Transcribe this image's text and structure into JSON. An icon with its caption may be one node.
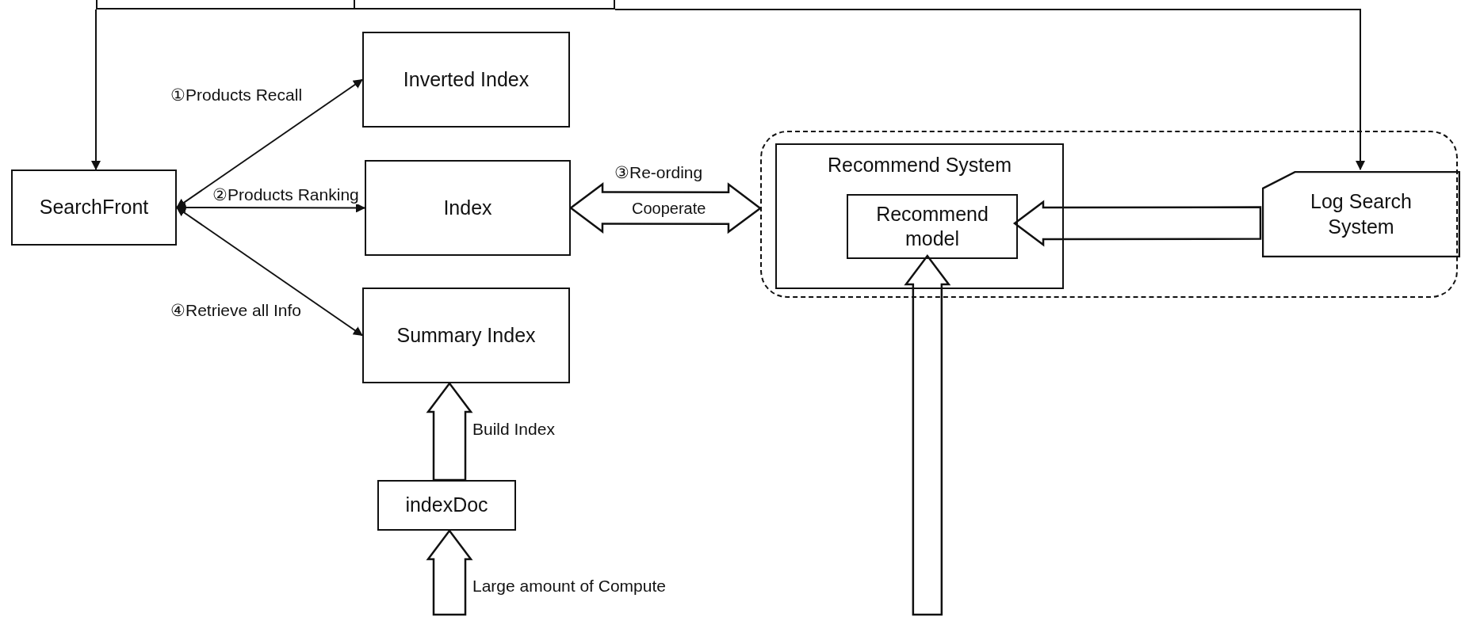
{
  "diagram": {
    "nodes": [
      {
        "text": [],
        "shape": "box"
      },
      {
        "text": [],
        "shape": "box"
      },
      {
        "text": [
          "SearchFront"
        ]
      },
      {
        "text": [
          "Inverted Index"
        ]
      },
      {
        "text": [
          "Index"
        ]
      },
      {
        "text": [
          "Summary Index"
        ]
      },
      {
        "text": [
          "indexDoc"
        ]
      },
      {
        "text": [],
        "shape": "box"
      },
      {
        "text": [
          "Recommend System"
        ],
        "in": 7
      },
      {
        "text": [
          "Recommend model"
        ],
        "in": 8
      },
      {
        "text": [
          "Log Search System"
        ],
        "in": 7
      }
    ],
    "edges": [
      {
        "from": 0,
        "to": 2,
        "arrow": "to"
      },
      {
        "from": 1,
        "to": 10,
        "arrow": "to"
      },
      {
        "from": 2,
        "to": 3,
        "arrow": "both",
        "label": "①Products Recall"
      },
      {
        "from": 2,
        "to": 4,
        "arrow": "both",
        "label": "②Products Ranking"
      },
      {
        "from": 2,
        "to": 5,
        "arrow": "both",
        "label": "④Retrieve all Info"
      },
      {
        "from": 4,
        "to": 7,
        "arrow": "both",
        "style": "thick",
        "label": "③Re-ording"
      },
      {
        "from": 10,
        "to": 9,
        "arrow": "to",
        "style": "thick"
      },
      {
        "from": null,
        "to": 9,
        "arrow": "to",
        "style": "thick"
      },
      {
        "from": 6,
        "to": 5,
        "arrow": "to",
        "style": "thick",
        "label": "Build Index"
      },
      {
        "from": null,
        "to": 6,
        "arrow": "to",
        "style": "thick",
        "label": "Large amount of Compute"
      }
    ],
    "labels": [
      "Cooperate"
    ]
  }
}
